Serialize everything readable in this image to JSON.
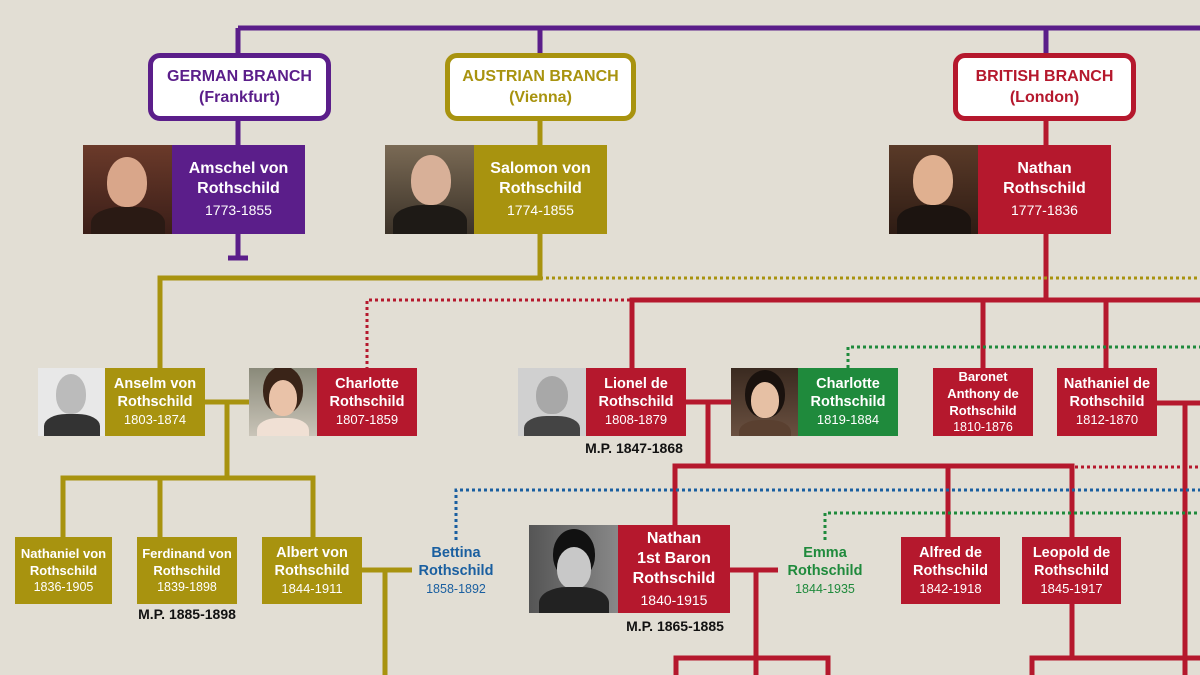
{
  "colors": {
    "german": "#5b1e8a",
    "austrian": "#a8930f",
    "british": "#b5182d",
    "green": "#1f8a3c",
    "blue": "#1a5fa0",
    "background": "#e2ded4"
  },
  "branches": [
    {
      "name": "GERMAN BRANCH",
      "city": "(Frankfurt)"
    },
    {
      "name": "AUSTRIAN BRANCH",
      "city": "(Vienna)"
    },
    {
      "name": "BRITISH BRANCH",
      "city": "(London)"
    }
  ],
  "people": {
    "amschel": {
      "line1": "Amschel von",
      "line2": "Rothschild",
      "years": "1773-1855"
    },
    "salomon": {
      "line1": "Salomon von",
      "line2": "Rothschild",
      "years": "1774-1855"
    },
    "nathan": {
      "line1": "Nathan",
      "line2": "Rothschild",
      "years": "1777-1836"
    },
    "anselm": {
      "line1": "Anselm von",
      "line2": "Rothschild",
      "years": "1803-1874"
    },
    "charlotte1": {
      "line1": "Charlotte",
      "line2": "Rothschild",
      "years": "1807-1859"
    },
    "lionel": {
      "line1": "Lionel de",
      "line2": "Rothschild",
      "years": "1808-1879",
      "mp": "M.P. 1847-1868"
    },
    "charlotte2": {
      "line1": "Charlotte",
      "line2": "Rothschild",
      "years": "1819-1884"
    },
    "anthony": {
      "line1": "Baronet",
      "line2": "Anthony de",
      "line3": "Rothschild",
      "years": "1810-1876"
    },
    "nathaniel_de": {
      "line1": "Nathaniel de",
      "line2": "Rothschild",
      "years": "1812-1870"
    },
    "nathaniel_von": {
      "line1": "Nathaniel von",
      "line2": "Rothschild",
      "years": "1836-1905"
    },
    "ferdinand": {
      "line1": "Ferdinand von",
      "line2": "Rothschild",
      "years": "1839-1898",
      "mp": "M.P. 1885-1898"
    },
    "albert": {
      "line1": "Albert von",
      "line2": "Rothschild",
      "years": "1844-1911"
    },
    "bettina": {
      "line1": "Bettina",
      "line2": "Rothschild",
      "years": "1858-1892"
    },
    "nathan_baron": {
      "line1": "Nathan",
      "line2": "1st Baron",
      "line3": "Rothschild",
      "years": "1840-1915",
      "mp": "M.P. 1865-1885"
    },
    "emma": {
      "line1": "Emma",
      "line2": "Rothschild",
      "years": "1844-1935"
    },
    "alfred": {
      "line1": "Alfred de",
      "line2": "Rothschild",
      "years": "1842-1918"
    },
    "leopold": {
      "line1": "Leopold de",
      "line2": "Rothschild",
      "years": "1845-1917"
    }
  }
}
